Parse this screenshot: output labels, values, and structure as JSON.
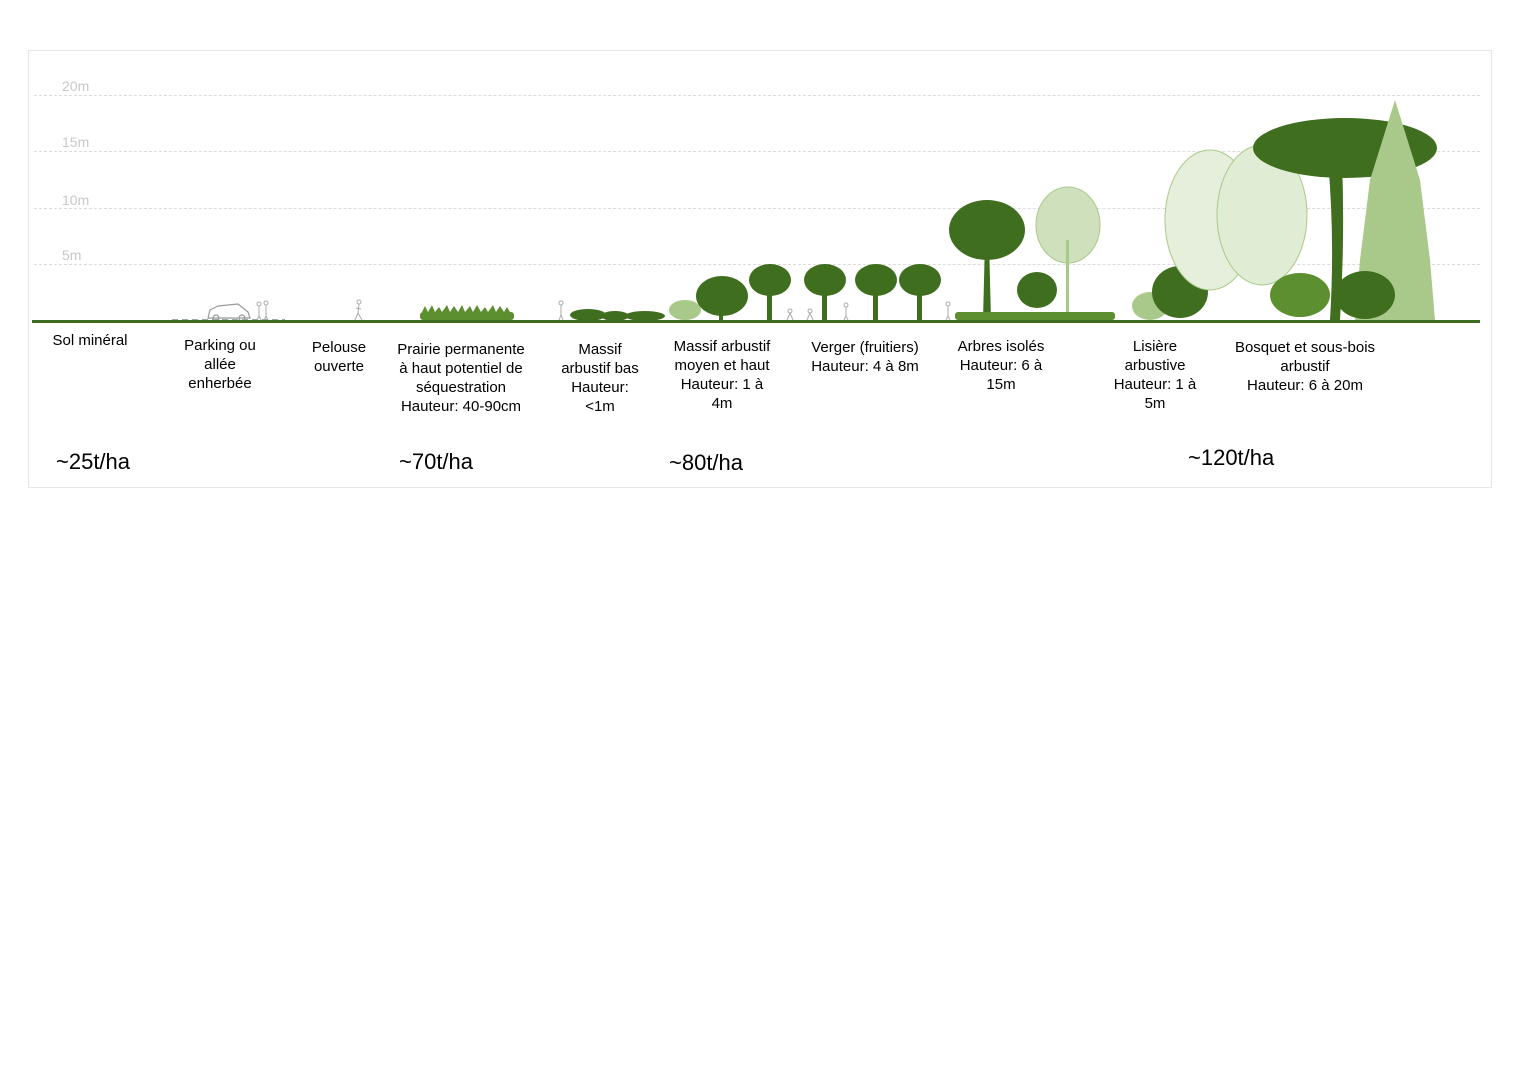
{
  "height_scale": {
    "labels": [
      "20m",
      "15m",
      "10m",
      "5m"
    ]
  },
  "zones": [
    {
      "label": "Sol minéral"
    },
    {
      "label": "Parking ou\nallée\nenherbée"
    },
    {
      "label": "Pelouse\nouverte"
    },
    {
      "label": "Prairie permanente\nà haut potentiel de\nséquestration\nHauteur: 40-90cm"
    },
    {
      "label": "Massif\narbustif bas\nHauteur:\n<1m"
    },
    {
      "label": "Massif arbustif\nmoyen et haut\nHauteur: 1 à\n4m"
    },
    {
      "label": "Verger (fruitiers)\nHauteur: 4 à 8m"
    },
    {
      "label": "Arbres isolés\nHauteur: 6 à\n15m"
    },
    {
      "label": "Lisière\narbustive\nHauteur: 1 à\n5m"
    },
    {
      "label": "Bosquet et sous-bois\narbustif\nHauteur: 6 à 20m"
    }
  ],
  "carbon_yields": [
    {
      "value": "~25t/ha"
    },
    {
      "value": "~70t/ha"
    },
    {
      "value": "~80t/ha"
    },
    {
      "value": "~120t/ha"
    }
  ],
  "colors": {
    "dark_green": "#3f6e1f",
    "mid_green": "#5c8f2f",
    "light_green": "#a9c98a",
    "pale_green": "#cfe0bd",
    "grid": "#dcdcdc",
    "scale_text": "#c8c8c8"
  }
}
